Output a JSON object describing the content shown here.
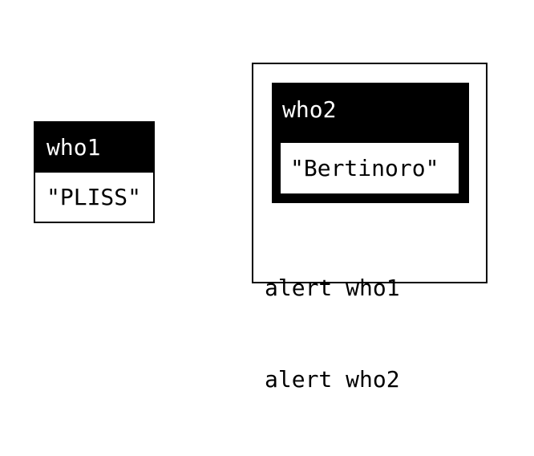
{
  "who1": {
    "name": "who1",
    "value": "\"PLISS\""
  },
  "environment": {
    "who2": {
      "name": "who2",
      "value": "\"Bertinoro\""
    },
    "code": [
      "alert who1",
      "alert who2"
    ]
  }
}
